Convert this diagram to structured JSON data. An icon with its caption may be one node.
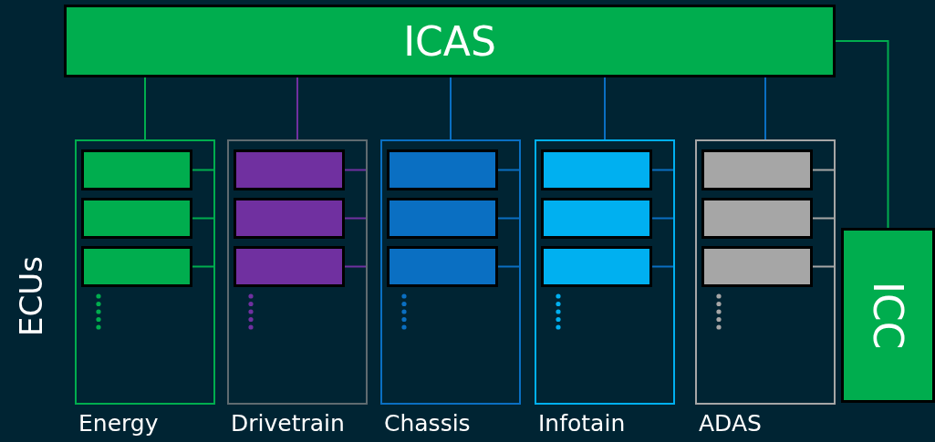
{
  "diagram": {
    "nodes": [
      {
        "text": [
          "ICAS"
        ]
      },
      {
        "text": [
          "ICC"
        ]
      },
      {
        "text": [
          "Energy"
        ]
      },
      {
        "text": [],
        "shape": "box",
        "in": 2
      },
      {
        "text": [],
        "shape": "box",
        "in": 2
      },
      {
        "text": [],
        "shape": "box",
        "in": 2
      },
      {
        "text": [
          "Drivetrain"
        ]
      },
      {
        "text": [],
        "shape": "box",
        "in": 6
      },
      {
        "text": [],
        "shape": "box",
        "in": 6
      },
      {
        "text": [],
        "shape": "box",
        "in": 6
      },
      {
        "text": [
          "Chassis"
        ]
      },
      {
        "text": [],
        "shape": "box",
        "in": 10
      },
      {
        "text": [],
        "shape": "box",
        "in": 10
      },
      {
        "text": [],
        "shape": "box",
        "in": 10
      },
      {
        "text": [
          "Infotain"
        ]
      },
      {
        "text": [],
        "shape": "box",
        "in": 14
      },
      {
        "text": [],
        "shape": "box",
        "in": 14
      },
      {
        "text": [],
        "shape": "box",
        "in": 14
      },
      {
        "text": [
          "ADAS"
        ]
      },
      {
        "text": [],
        "shape": "box",
        "in": 18
      },
      {
        "text": [],
        "shape": "box",
        "in": 18
      },
      {
        "text": [],
        "shape": "box",
        "in": 18
      }
    ],
    "edges": [
      {
        "from": 0,
        "to": 2,
        "arrow": "none",
        "color": "#00ad4e"
      },
      {
        "from": 0,
        "to": 6,
        "arrow": "none",
        "color": "#7030a0"
      },
      {
        "from": 0,
        "to": 10,
        "arrow": "none"
      },
      {
        "from": 0,
        "to": 14,
        "arrow": "none"
      },
      {
        "from": 0,
        "to": 18,
        "arrow": "none"
      },
      {
        "from": 0,
        "to": 1,
        "arrow": "none",
        "color": "#00ad4e"
      },
      {
        "from": 3,
        "to": 2,
        "arrow": "none",
        "color": "#00ad4e"
      },
      {
        "from": 4,
        "to": 2,
        "arrow": "none",
        "color": "#00ad4e"
      },
      {
        "from": 5,
        "to": 2,
        "arrow": "none",
        "color": "#00ad4e"
      },
      {
        "from": 7,
        "to": 6,
        "arrow": "none",
        "color": "#7030a0"
      },
      {
        "from": 8,
        "to": 6,
        "arrow": "none",
        "color": "#7030a0"
      },
      {
        "from": 9,
        "to": 6,
        "arrow": "none",
        "color": "#7030a0"
      },
      {
        "from": 11,
        "to": 10,
        "arrow": "none"
      },
      {
        "from": 12,
        "to": 10,
        "arrow": "none"
      },
      {
        "from": 13,
        "to": 10,
        "arrow": "none"
      },
      {
        "from": 15,
        "to": 14,
        "arrow": "none"
      },
      {
        "from": 16,
        "to": 14,
        "arrow": "none"
      },
      {
        "from": 17,
        "to": 14,
        "arrow": "none"
      },
      {
        "from": 19,
        "to": 18,
        "arrow": "none",
        "color": "#a6a6a6"
      },
      {
        "from": 20,
        "to": 18,
        "arrow": "none",
        "color": "#a6a6a6"
      },
      {
        "from": 21,
        "to": 18,
        "arrow": "none",
        "color": "#a6a6a6"
      }
    ],
    "labels": [
      "ECUs"
    ]
  }
}
